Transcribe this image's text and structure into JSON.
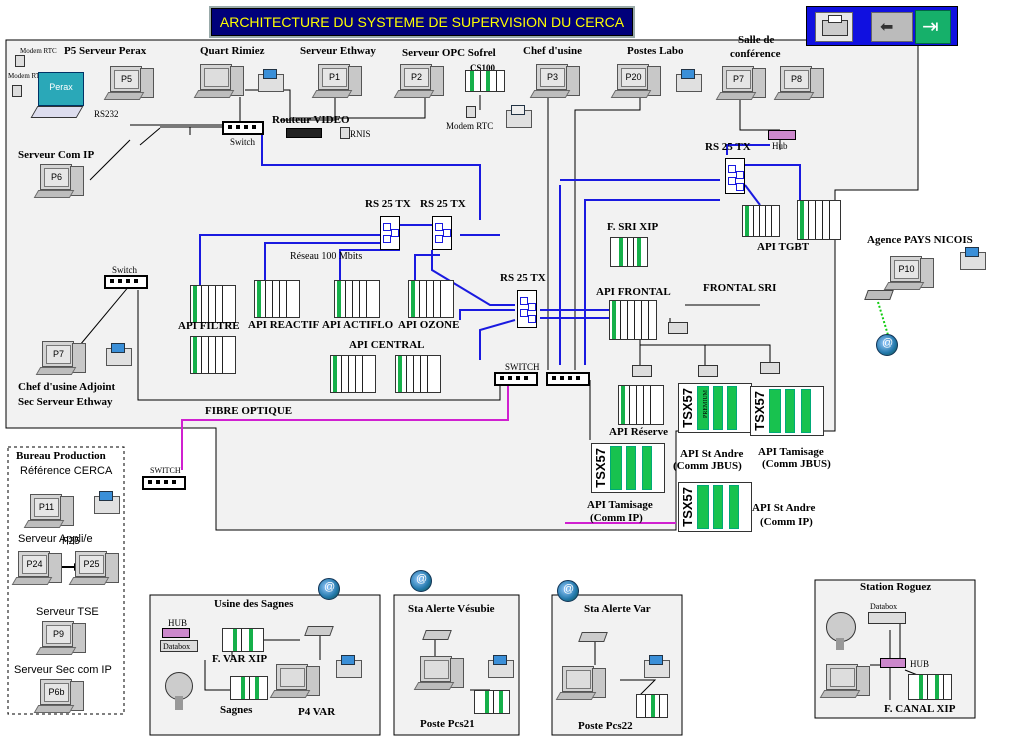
{
  "title": "ARCHITECTURE DU SYSTEME DE SUPERVISION DU CERCA",
  "toolbar": {
    "buttons": [
      {
        "name": "print-button",
        "icon": "printer-icon"
      },
      {
        "name": "back-button",
        "icon": "arrow-left-icon"
      },
      {
        "name": "exit-button",
        "icon": "exit-door-icon"
      }
    ]
  },
  "colors": {
    "network": "#1a1ae0",
    "fibre": "#d020d0",
    "plc_green": "#16b04a",
    "title_bg": "#00007a",
    "title_text": "#ffff00"
  },
  "nodes": {
    "p5": {
      "label": "P5 Serveur Perax",
      "screen": "P5",
      "perax": "Perax",
      "rs232": "RS232",
      "modem1": "Modem RTC",
      "modem2": "Modem RTC"
    },
    "rimiez": {
      "label": "Quart Rimiez"
    },
    "ethway": {
      "label": "Serveur Ethway",
      "screen": "P1"
    },
    "opc": {
      "label": "Serveur OPC Sofrel",
      "screen": "P2",
      "cs100": "CS100",
      "modem": "Modem RTC"
    },
    "chef": {
      "label": "Chef d'usine",
      "screen": "P3"
    },
    "labo": {
      "label": "Postes Labo",
      "screen": "P20"
    },
    "salle": {
      "label1": "Salle de",
      "label2": "conférence",
      "s1": "P7",
      "s2": "P8",
      "hub": "Hub"
    },
    "routeur": {
      "label": "Routeur VIDEO",
      "switch": "Switch",
      "rnis": "RNIS"
    },
    "comip": {
      "label": "Serveur Com IP",
      "screen": "P6"
    },
    "rs25": {
      "a": "RS 25 TX",
      "b": "RS 25 TX",
      "c": "RS 25 TX",
      "d": "RS 25 TX",
      "reseau": "Réseau 100 Mbits"
    },
    "api": {
      "tgbt": "API TGBT",
      "sri": "F. SRI XIP",
      "frontal": "API FRONTAL",
      "frontal_sri": "FRONTAL SRI",
      "filtre": "API FILTRE",
      "reactif": "API REACTIF",
      "actiflo": "API ACTIFLO",
      "ozone": "API OZONE",
      "central": "API CENTRAL",
      "reserve": "API Réserve",
      "st_andre_jbus1": "API St Andre",
      "st_andre_jbus2": "(Comm JBUS)",
      "tam_jbus1": "API Tamisage",
      "tam_jbus2": "(Comm JBUS)",
      "tam_ip1": "API Tamisage",
      "tam_ip2": "(Comm IP)",
      "st_andre_ip1": "API St Andre",
      "st_andre_ip2": "(Comm IP)",
      "tsx": "TSX57",
      "premium": "PREMIUM"
    },
    "left": {
      "switch": "Switch",
      "p7": "P7",
      "chef_adj1": "Chef d'usine Adjoint",
      "chef_adj2": "Sec Serveur Ethway",
      "swithch": "SWITCH",
      "fibre": "FIBRE OPTIQUE"
    },
    "agence": {
      "label": "Agence PAYS NICOIS",
      "screen": "P10"
    },
    "bureau": {
      "title": "Bureau Production",
      "ref": "Référence CERCA",
      "switch": "SWITCH",
      "p11": "P11",
      "serveur_app": "Serveur Appli/e",
      "p24": "P24",
      "p25": "P25",
      "p25b": "P25",
      "tse": "Serveur TSE",
      "p9": "P9",
      "seccomip": "Serveur Sec com IP",
      "p6b": "P6b"
    },
    "sagnes": {
      "title": "Usine des Sagnes",
      "hub": "HUB",
      "databox": "Databox",
      "var_xip": "F. VAR XIP",
      "sagnes": "Sagnes",
      "p4var": "P4 VAR"
    },
    "vesubie": {
      "title": "Sta Alerte Vésubie",
      "poste": "Poste  Pcs21"
    },
    "var": {
      "title": "Sta Alerte Var",
      "poste": "Poste  Pcs22"
    },
    "roguez": {
      "title": "Station Roguez",
      "databox": "Databox",
      "hub": "HUB",
      "canal": "F. CANAL XIP"
    }
  }
}
